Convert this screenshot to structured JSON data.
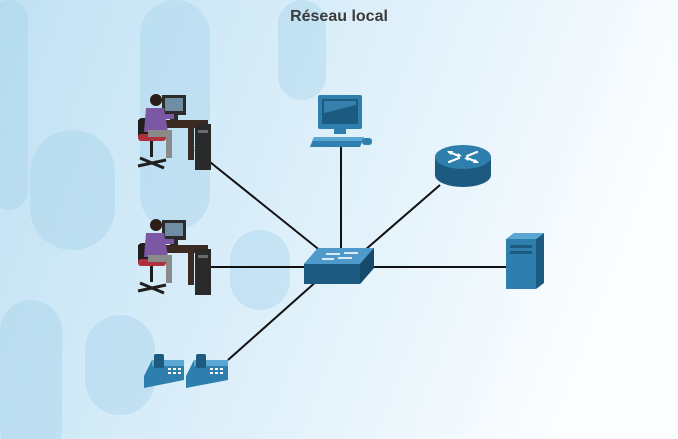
{
  "diagram": {
    "title": "Réseau local",
    "devices": [
      {
        "id": "user-workstation-1",
        "icon": "user-at-desk-icon"
      },
      {
        "id": "user-workstation-2",
        "icon": "user-at-desk-icon"
      },
      {
        "id": "desktop-pc",
        "icon": "desktop-computer-icon"
      },
      {
        "id": "router",
        "icon": "router-icon"
      },
      {
        "id": "switch",
        "icon": "network-switch-icon"
      },
      {
        "id": "server",
        "icon": "server-icon"
      },
      {
        "id": "ip-phones",
        "icon": "ip-phone-icon"
      }
    ],
    "links": [
      [
        "user-workstation-1",
        "switch"
      ],
      [
        "user-workstation-2",
        "switch"
      ],
      [
        "desktop-pc",
        "switch"
      ],
      [
        "router",
        "switch"
      ],
      [
        "server",
        "switch"
      ],
      [
        "ip-phones",
        "switch"
      ]
    ],
    "colors": {
      "device_blue": "#2e7fae",
      "device_blue_dark": "#1d5a80",
      "link": "#111111",
      "background_light": "#f6fbfe",
      "background_blue": "#bfe0f2"
    }
  }
}
